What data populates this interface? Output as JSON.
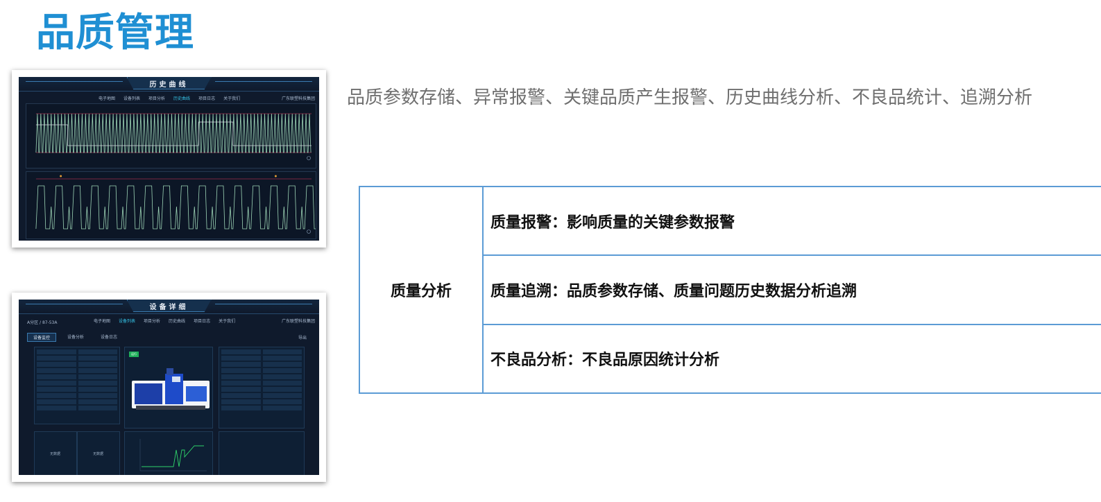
{
  "page": {
    "title": "品质管理",
    "subtitle": "品质参数存储、异常报警、关键品质产生报警、历史曲线分析、不良品统计、追溯分析"
  },
  "history_screen": {
    "title": "历史曲线",
    "nav": [
      "电子地图",
      "设备列表",
      "项目分析",
      "历史曲线",
      "项目日志",
      "关于我们"
    ],
    "active_nav": "历史曲线",
    "company": "广东联塑科技集团"
  },
  "device_screen": {
    "title": "设备详细",
    "location": "A分区 / 87-53A",
    "nav": [
      "电子地图",
      "设备列表",
      "项目分析",
      "历史曲线",
      "项目日志",
      "关于我们"
    ],
    "active_nav": "设备列表",
    "company": "广东联塑科技集团",
    "tabs": [
      "设备监控",
      "设备分析",
      "设备日志"
    ],
    "info_button": "导出",
    "status_badge": "运行",
    "no_data_label": "无数据"
  },
  "quality_table": {
    "category": "质量分析",
    "rows": [
      "质量报警：影响质量的关键参数报警",
      "质量追溯：品质参数存储、质量问题历史数据分析追溯",
      "不良品分析：不良品原因统计分析"
    ]
  },
  "colors": {
    "title_blue": "#1f8fd3",
    "table_border": "#5b9bd5",
    "screen_bg": "#0f1a2c",
    "accent_cyan": "#35c4e8"
  }
}
